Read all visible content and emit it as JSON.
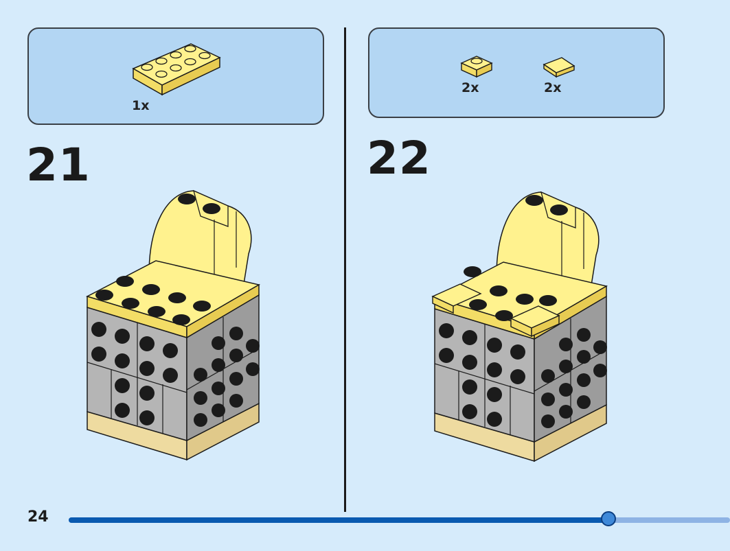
{
  "steps": [
    {
      "number": "21",
      "parts": [
        {
          "qty": "1x",
          "color": "#fff28e",
          "shape": "plate-2x4-icon"
        }
      ]
    },
    {
      "number": "22",
      "parts": [
        {
          "qty": "2x",
          "color": "#fff28e",
          "shape": "plate-1x1-icon"
        },
        {
          "qty": "2x",
          "color": "#fff28e",
          "shape": "tile-1x1-icon"
        }
      ]
    }
  ],
  "page": {
    "number": "24"
  },
  "progress": {
    "fraction": 0.816
  },
  "colors": {
    "background": "#d6ebfb",
    "parts_box": "#b3d6f3",
    "brick_yellow": "#fff28e",
    "brick_gray": "#a8a8a8",
    "brick_tan": "#eedba0",
    "stud": "#1b1b1b",
    "progress": "#0a5ab0"
  }
}
